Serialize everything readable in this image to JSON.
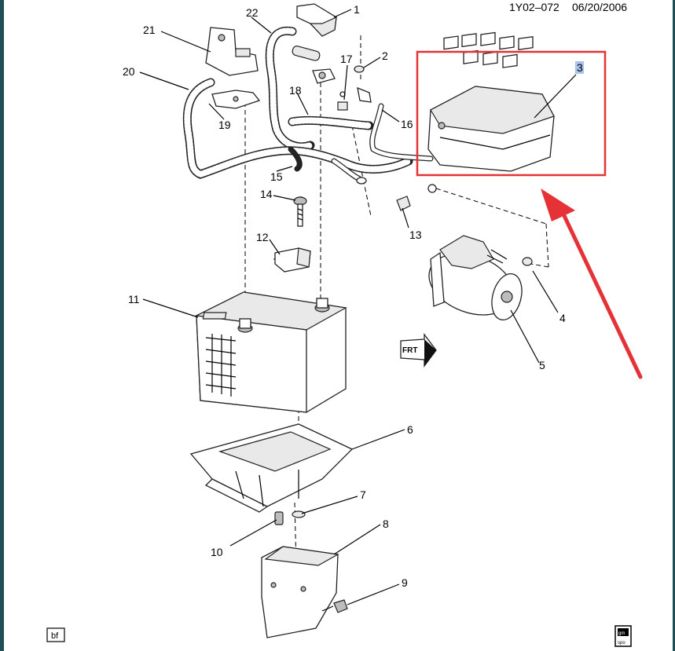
{
  "header": {
    "drawing_id": "1Y02–072",
    "date": "06/20/2006"
  },
  "callouts": {
    "c1": "1",
    "c2": "2",
    "c3": "3",
    "c4": "4",
    "c5": "5",
    "c6": "6",
    "c7": "7",
    "c8": "8",
    "c9": "9",
    "c10": "10",
    "c11": "11",
    "c12": "12",
    "c13": "13",
    "c14": "14",
    "c15": "15",
    "c16": "16",
    "c17": "17",
    "c18": "18",
    "c19": "19",
    "c20": "20",
    "c21": "21",
    "c22": "22"
  },
  "corner_badges": {
    "bottom_left": "bf",
    "bottom_right_top": "gm",
    "bottom_right_bottom": "spo"
  },
  "front_indicator": "FRT",
  "highlight": {
    "selected_callout": "3",
    "color": "#e53236",
    "selection_color": "#a9c4ec"
  }
}
